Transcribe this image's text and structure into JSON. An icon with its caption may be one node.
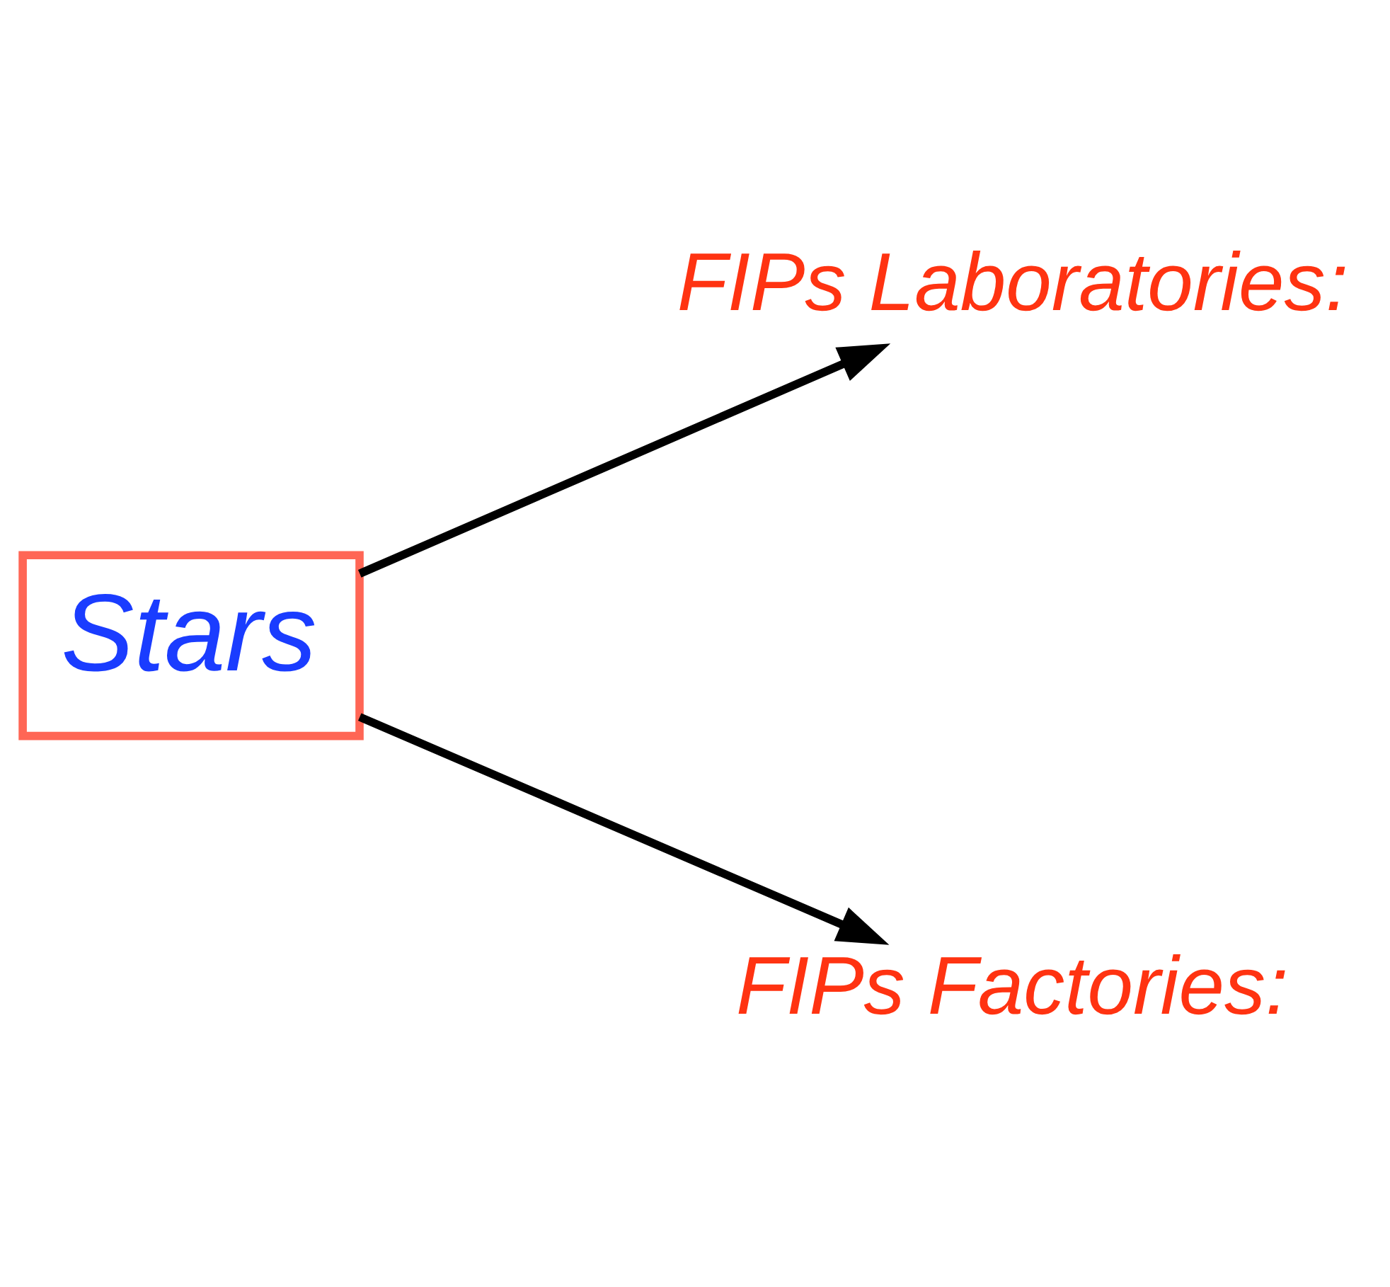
{
  "diagram": {
    "nodes": [
      {
        "text": [
          "Stars"
        ]
      },
      {
        "text": [
          "FIPs Laboratories:"
        ]
      },
      {
        "text": [
          "FIPs Factories:"
        ]
      }
    ],
    "edges": [
      {
        "from": 0,
        "to": 1,
        "arrow": "to"
      },
      {
        "from": 0,
        "to": 2,
        "arrow": "to"
      }
    ]
  }
}
